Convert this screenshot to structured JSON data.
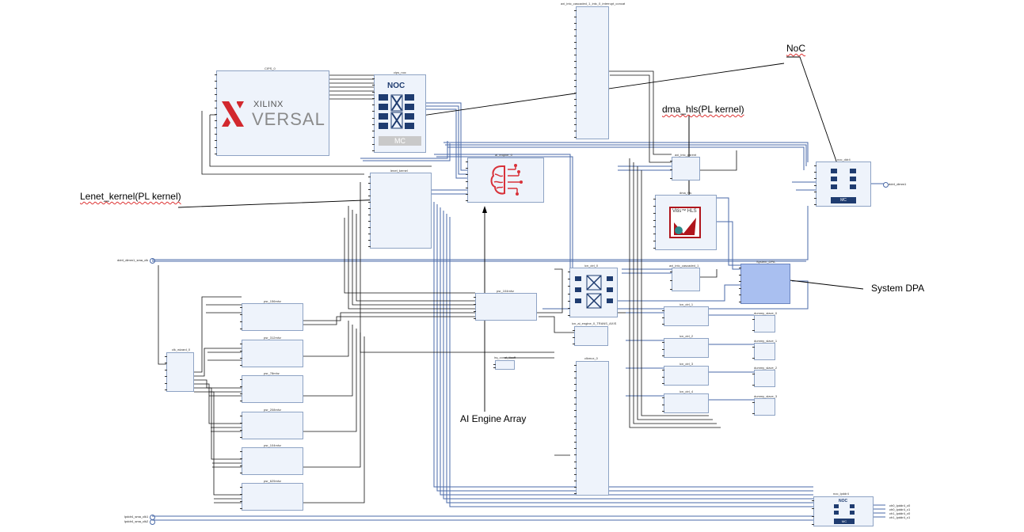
{
  "annotations": {
    "noc": "NoC",
    "dma_hls": "dma_hls(PL kernel)",
    "lenet": "Lenet_kernel(PL kernel)",
    "system_dpa": "System DPA",
    "ai_engine_array": "AI Engine Array"
  },
  "logo": {
    "brand": "XILINX",
    "product": "VERSAL",
    "noc_label": "NOC",
    "mc_label": "MC",
    "hls_label": "Vitis™ HLS"
  },
  "blocks": {
    "cips": "CIPS_0",
    "cips_noc": "cips_noc",
    "ai_engine": "ai_engine_0",
    "lenet_kernel": "lenet_kernel",
    "axi_ic_top": "axi_intc_cascaded_1_intc_0_interrupt_concat",
    "axi_intc": "axi_intc_parent",
    "dma_hls": "dma_hls",
    "noc_ddr": "noc_ddr4",
    "clk_wizard": "clk_wizard_0",
    "axi_intc_cascaded": "axi_intc_cascaded_1",
    "icn_ctrl_0": "icn_ctrl_0",
    "psr_104": "psr_104mhz",
    "system_dpa": "System_DPA",
    "psr_156": "psr_156mhz",
    "psr_312": "psr_312mhz",
    "psr_78": "psr_78mhz",
    "psr_208": "psr_208mhz",
    "psr_104b": "psr_104mhz",
    "psr_625": "psr_625mhz",
    "icn_ctrl_1": "icn_ctrl_1",
    "icn_ctrl_2": "icn_ctrl_2",
    "icn_ctrl_3": "icn_ctrl_3",
    "icn_ctrl_4": "icn_ctrl_4",
    "dummy_0": "dummy_slave_0",
    "dummy_1": "dummy_slave_1",
    "dummy_2": "dummy_slave_2",
    "dummy_3": "dummy_slave_3",
    "axis_ic": "icn_ai_engine_0_TRANS_AXIS",
    "irq_const": "irq_const_tieoff",
    "clkmux": "clkmux_0",
    "noc_lpddr4": "noc_lpddr4"
  },
  "ports": {
    "sys_clk_ddr": "ddr4_dimm1_sma_clk",
    "ddr4_out": "ddr4_dimm1",
    "lpddr4_clk1": "lpddr4_sma_clk1",
    "lpddr4_clk2": "lpddr4_sma_clk2",
    "ch0_lpddr4_c0": "ch0_lpddr4_c0",
    "ch0_lpddr4_c1": "ch0_lpddr4_c1",
    "ch1_lpddr4_c0": "ch1_lpddr4_c0",
    "ch1_lpddr4_c1": "ch1_lpddr4_c1"
  },
  "colors": {
    "block_fill": "#eef3fb",
    "block_border": "#8ea3c4",
    "wire_blue": "#4a6aa8",
    "wire_black": "#000000",
    "noc_tile": "#1f3c70",
    "xilinx_red": "#d2282e",
    "versal_gray": "#8a8a8a",
    "dpa_fill": "#a9bff0",
    "hls_red": "#b0151c",
    "brain_red": "#d8323a"
  }
}
